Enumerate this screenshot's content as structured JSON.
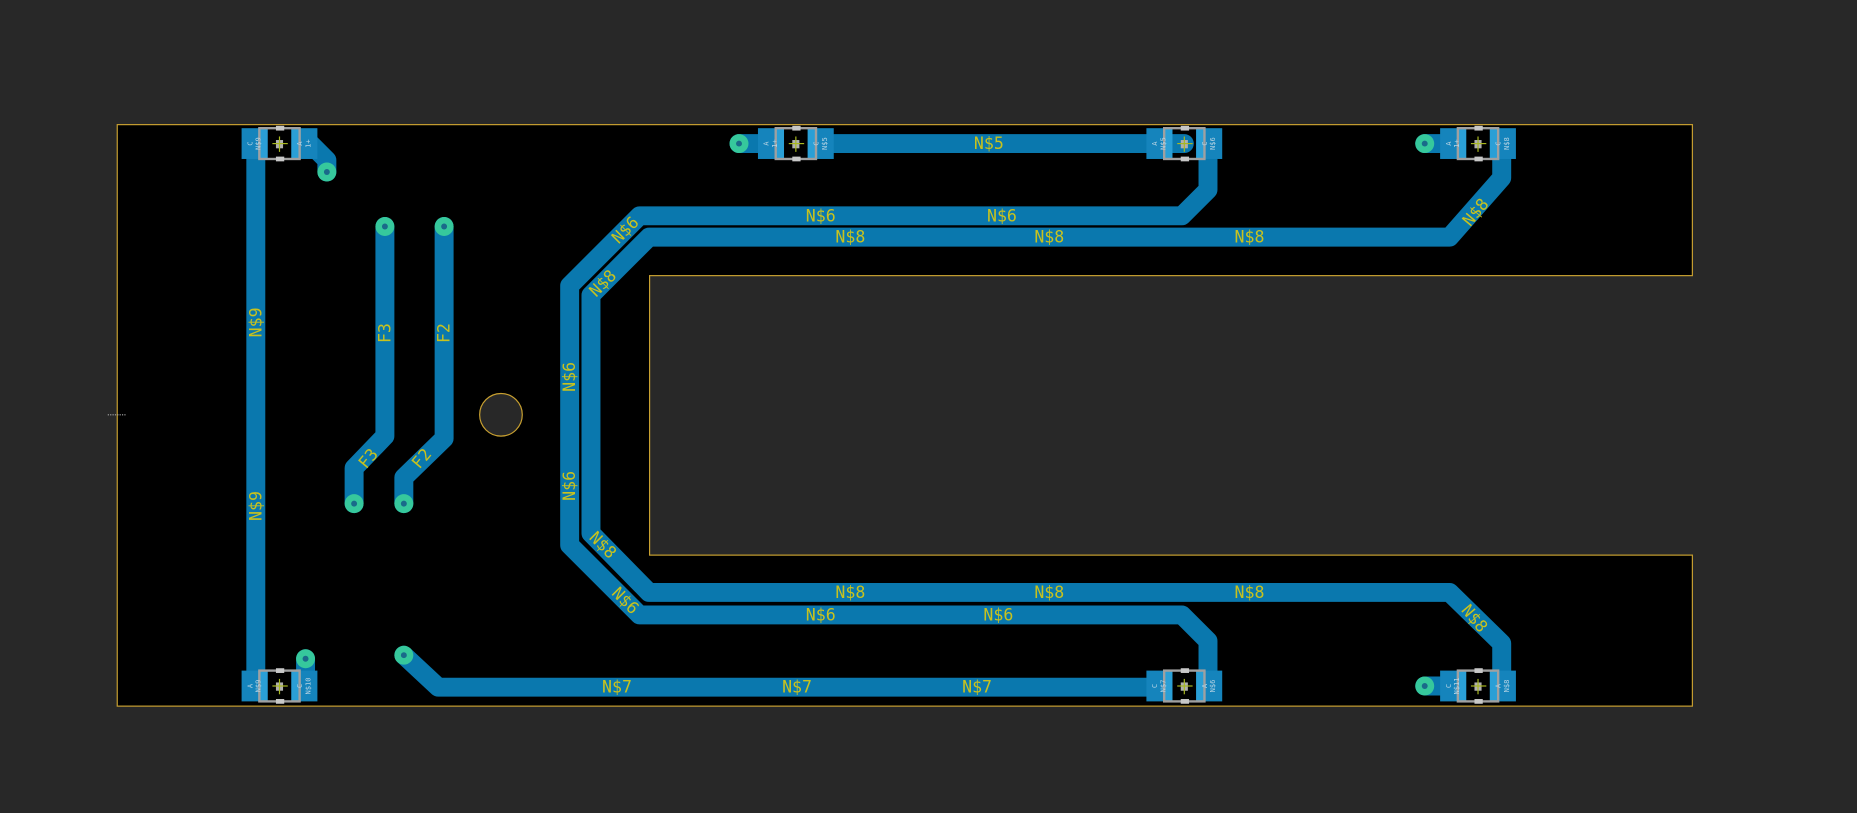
{
  "colors": {
    "background": "#282828",
    "board": "#000000",
    "outline": "#c8a030",
    "trace": "#0a78ae",
    "pad": "#1e92c8",
    "via": "#36c89c",
    "silk": "#c8c21e"
  },
  "nets": {
    "n9": [
      "N$9",
      "N$9"
    ],
    "f3": [
      "F3",
      "F3"
    ],
    "f2": [
      "F2",
      "F2"
    ],
    "n5": [
      "N$5"
    ],
    "n6_top": [
      "N$6",
      "N$6",
      "N$6",
      "N$6"
    ],
    "n8_top": [
      "N$8",
      "N$8",
      "N$8",
      "N$8",
      "N$8"
    ],
    "n6_bottom": [
      "N$6",
      "N$6",
      "N$6",
      "N$6"
    ],
    "n8_bottom": [
      "N$8",
      "N$8",
      "N$8",
      "N$8",
      "N$8"
    ],
    "n7": [
      "N$7",
      "N$7",
      "N$7"
    ]
  },
  "diodes": [
    {
      "left_pad": [
        "C",
        "N$9"
      ],
      "right_pad": [
        "A",
        "1+"
      ]
    },
    {
      "left_pad": [
        "A",
        "1+"
      ],
      "right_pad": [
        "C",
        "N$5"
      ]
    },
    {
      "left_pad": [
        "A",
        "N$5"
      ],
      "right_pad": [
        "C",
        "N$6"
      ]
    },
    {
      "left_pad": [
        "A",
        "1+"
      ],
      "right_pad": [
        "C",
        "N$8"
      ]
    },
    {
      "left_pad": [
        "A",
        "N$9"
      ],
      "right_pad": [
        "C",
        "N$10"
      ]
    },
    {
      "left_pad": [
        "C",
        "N$7"
      ],
      "right_pad": [
        "A",
        "N$6"
      ]
    },
    {
      "left_pad": [
        "C",
        "N$11"
      ],
      "right_pad": [
        "A",
        "N$8"
      ]
    }
  ]
}
